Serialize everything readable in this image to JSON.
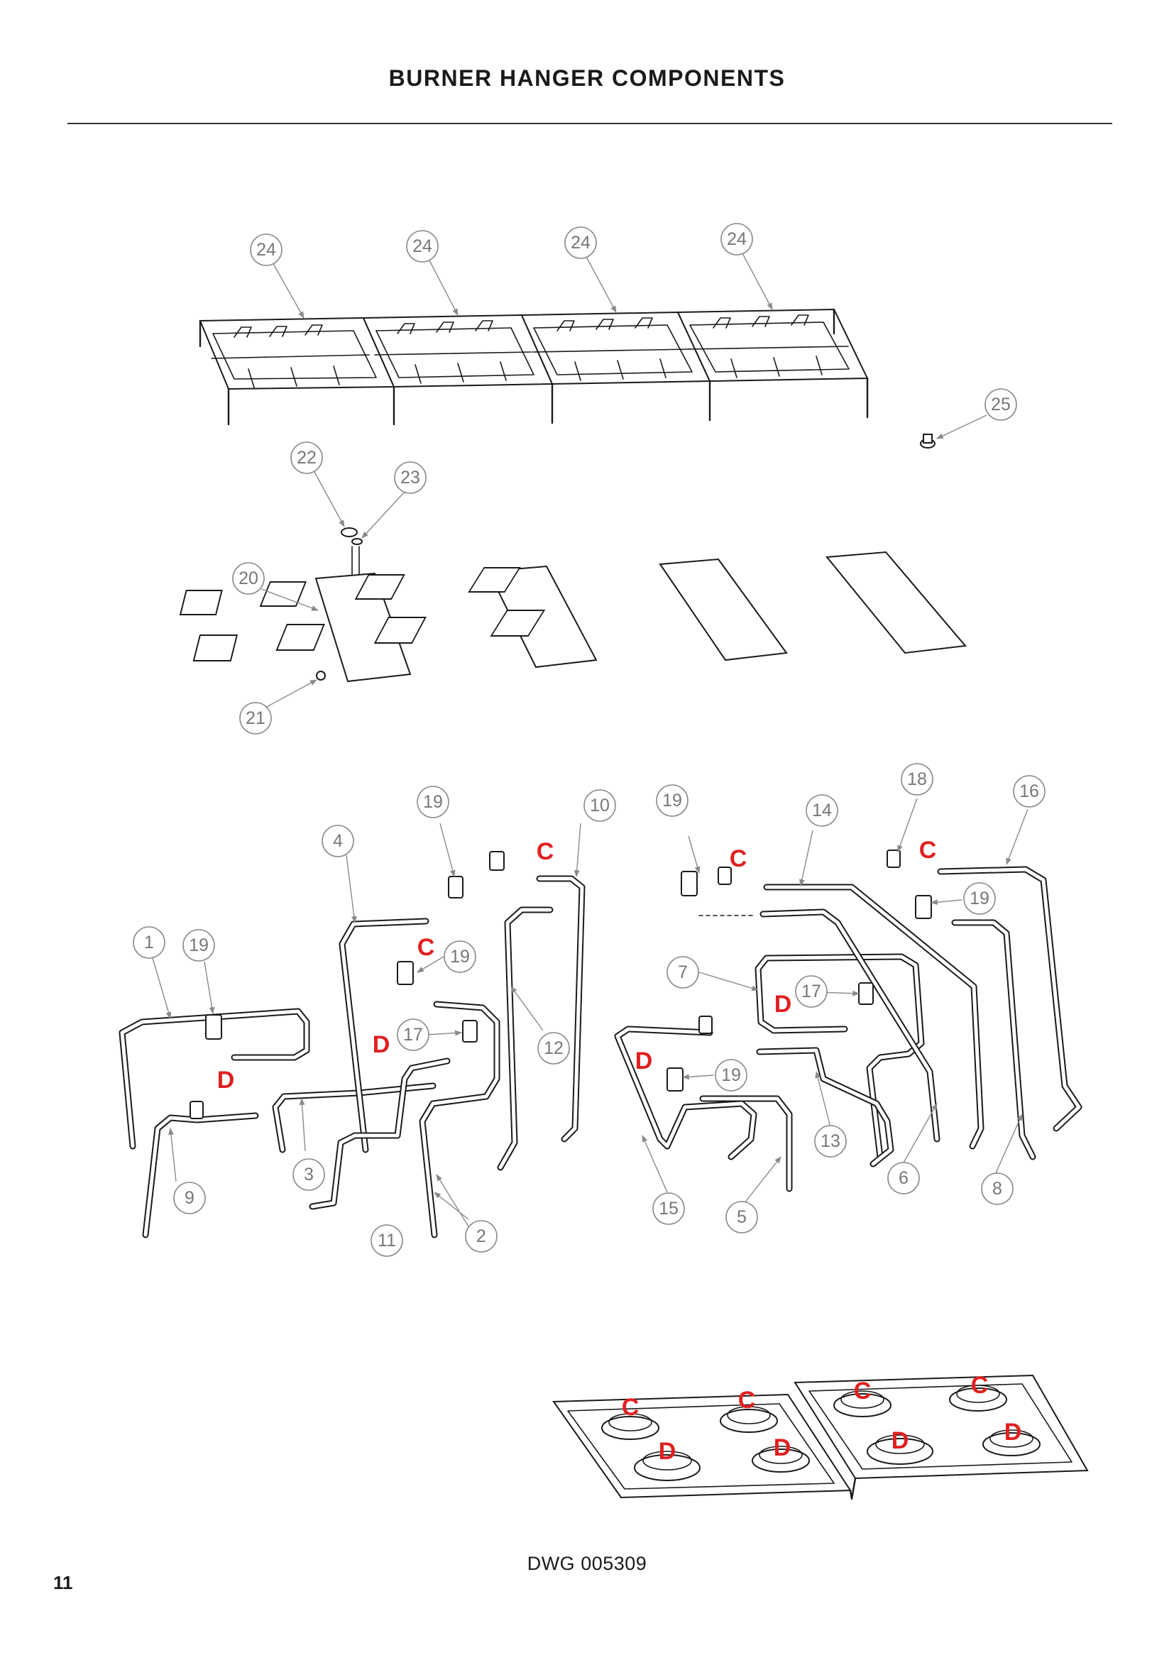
{
  "page": {
    "title": "BURNER HANGER COMPONENTS",
    "drawing_number": "DWG 005309",
    "page_number": "11"
  },
  "colors": {
    "tag": "#e02020",
    "callout": "#8a8a8a",
    "line": "#1a1a1a"
  },
  "callouts": {
    "grate_1": "24",
    "grate_2": "24",
    "grate_3": "24",
    "grate_4": "24",
    "foot": "25",
    "oring_large": "22",
    "oring_small": "23",
    "hanger": "20",
    "screw": "21",
    "pipe_1": "1",
    "pipe_2": "2",
    "pipe_3": "3",
    "pipe_4": "4",
    "pipe_5": "5",
    "pipe_6": "6",
    "pipe_7": "7",
    "pipe_8": "8",
    "pipe_9": "9",
    "pipe_10": "10",
    "pipe_11": "11",
    "pipe_12": "12",
    "pipe_13": "13",
    "pipe_14": "14",
    "pipe_15": "15",
    "pipe_16": "16",
    "elbow_17a": "17",
    "elbow_17b": "17",
    "elbow_18": "18",
    "elbow_19a": "19",
    "elbow_19b": "19",
    "elbow_19c": "19",
    "elbow_19d": "19",
    "elbow_19e": "19",
    "elbow_19f": "19"
  },
  "tags": {
    "c": "C",
    "d": "D"
  }
}
